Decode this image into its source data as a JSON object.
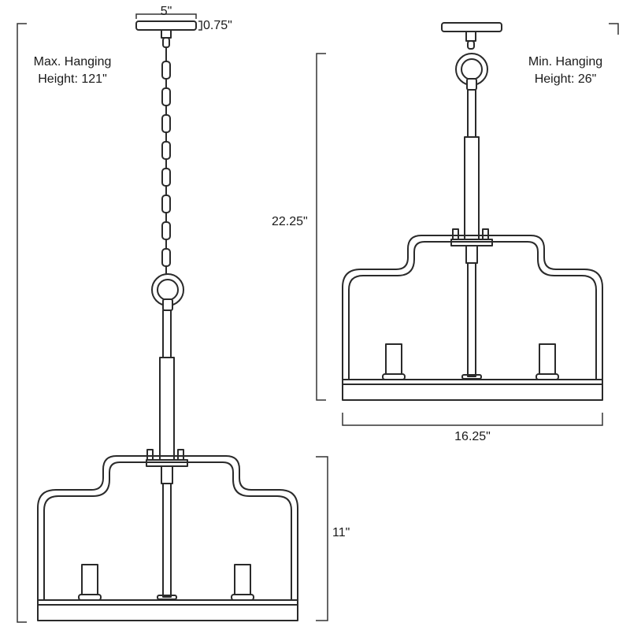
{
  "dimensions": {
    "canopy_width": "5\"",
    "canopy_height": "0.75\"",
    "max_hanging_line1": "Max. Hanging",
    "max_hanging_line2": "Height: 121\"",
    "min_hanging_line1": "Min. Hanging",
    "min_hanging_line2": "Height: 26\"",
    "min_height": "22.25\"",
    "body_height": "11\"",
    "body_width": "16.25\""
  },
  "colors": {
    "line": "#2a2a2a",
    "dimension_line": "#333333",
    "text": "#1a1a1a"
  }
}
